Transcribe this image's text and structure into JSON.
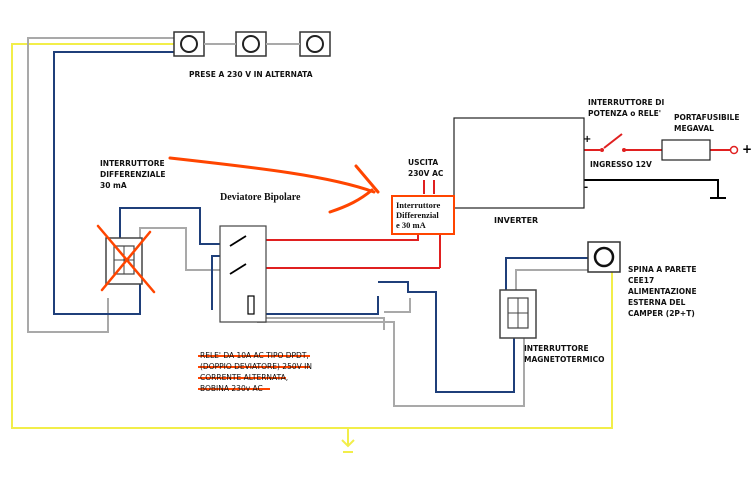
{
  "labels": {
    "sockets": "PRESE A 230 V IN ALTERNATA",
    "rcd_line1": "INTERRUTTORE",
    "rcd_line2": "DIFFERENZIALE",
    "rcd_line3": "30 mA",
    "deviator": "Deviatore Bipolare",
    "output_line1": "USCITA",
    "output_line2": "230V AC",
    "inline_rcd_line1": "Interruttore",
    "inline_rcd_line2": "Differenzial",
    "inline_rcd_line3": "e 30 mA",
    "inverter": "INVERTER",
    "power_switch_line1": "INTERRUTTORE DI",
    "power_switch_line2": "POTENZA o RELE'",
    "fuse_line1": "PORTAFUSIBILE",
    "fuse_line2": "MEGAVAL",
    "input": "INGRESSO 12V",
    "plus_inverter": "+",
    "minus_inverter": "-",
    "plus_terminal": "+",
    "plug_line1": "SPINA A PARETE",
    "plug_line2": "CEE17",
    "plug_line3": "ALIMENTAZIONE",
    "plug_line4": "ESTERNA DEL",
    "plug_line5": "CAMPER  (2P+T)",
    "breaker_line1": "INTERRUTTORE",
    "breaker_line2": "MAGNETOTERMICO",
    "relay_line1": "RELE' DA 10A AC TIPO DPDT,",
    "relay_line2": "(DOPPIO DEVIATORE) 250V IN",
    "relay_line3": "CORRENTE ALTERNATA,",
    "relay_line4": "BOBINA 230v AC"
  },
  "colors": {
    "earth_wire": "#f2ee4a",
    "neutral_wire": "#a9a9a9",
    "phase_wire": "#1f3f7a",
    "inverter_wire": "#e02020",
    "annotation": "#ff4500",
    "ground_dc": "#000000"
  },
  "icons": [
    "socket-icon",
    "rcd-switch-icon",
    "cross-out-icon",
    "curved-arrow-icon",
    "breaker-icon",
    "plug-icon",
    "switch-icon",
    "fuse-icon",
    "ground-symbol-icon"
  ]
}
